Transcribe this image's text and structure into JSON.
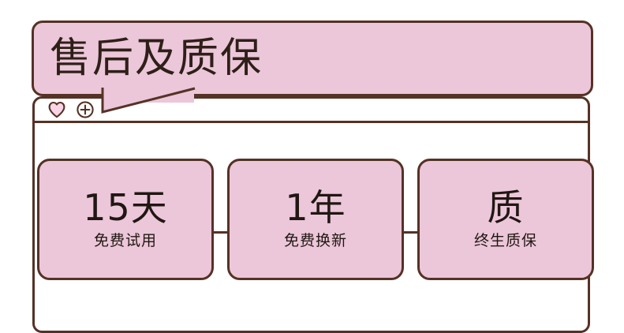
{
  "banner": {
    "title": "售后及质保",
    "fill_color": "#ecc6d9",
    "border_color": "#553225"
  },
  "card": {
    "header": {
      "icons": [
        {
          "name": "heart-icon",
          "label": "收藏"
        },
        {
          "name": "plus-circle-icon",
          "label": "添加"
        }
      ]
    },
    "features": [
      {
        "main": "15天",
        "sub": "免费试用"
      },
      {
        "main": "1年",
        "sub": "免费换新"
      },
      {
        "main": "质",
        "sub": "终生质保"
      }
    ]
  },
  "colors": {
    "pink_fill": "#ecc6d9",
    "heart_fill": "#f7d5e6",
    "outline": "#553225",
    "text": "#201712",
    "background": "#ffffff"
  }
}
